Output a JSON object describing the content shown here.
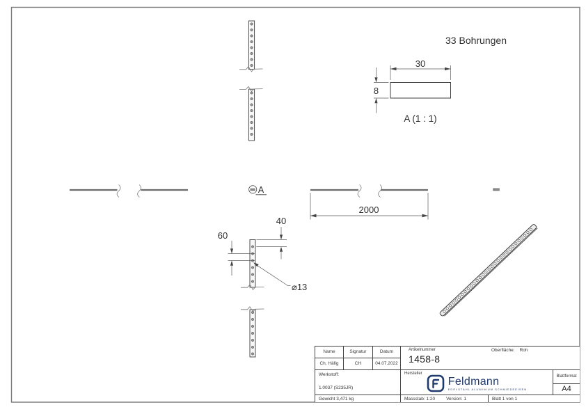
{
  "sheet": {
    "note_top_right": "33 Bohrungen"
  },
  "detail_view": {
    "label": "A (1 : 1)",
    "dim_width": "30",
    "dim_thickness": "8"
  },
  "callout": {
    "label": "A"
  },
  "dimensions": {
    "total_length": "2000",
    "hole_spacing": "60",
    "end_distance": "40",
    "hole_diameter": "⌀13"
  },
  "title_block": {
    "name_label": "Name",
    "signatur_label": "Signatur",
    "datum_label": "Datum",
    "name_value": "Ch. Häfig",
    "signatur_value": "CH",
    "datum_value": "04.07.2022",
    "artikelnummer_label": "Artikelnummer",
    "artikelnummer_value": "1458-8",
    "oberflaeche_label": "Oberfläche:",
    "oberflaeche_value": "Roh",
    "werkstoff_label": "Werkstoff:",
    "werkstoff_value": "1.0037 (S235JR)",
    "gewicht": "Gewicht 3,471 kg",
    "hersteller_label": "Hersteller",
    "blattformat_label": "Blattformat",
    "blattformat_value": "A4",
    "massstab": "Massstab: 1:20",
    "version": "Version: 1",
    "blatt": "Blatt 1 von 1",
    "logo": {
      "name": "Feldmann",
      "tagline": "EDELSTAHL ALUMINIUM SCHMIEDEEISEN",
      "color": "#1e3a6e"
    }
  }
}
